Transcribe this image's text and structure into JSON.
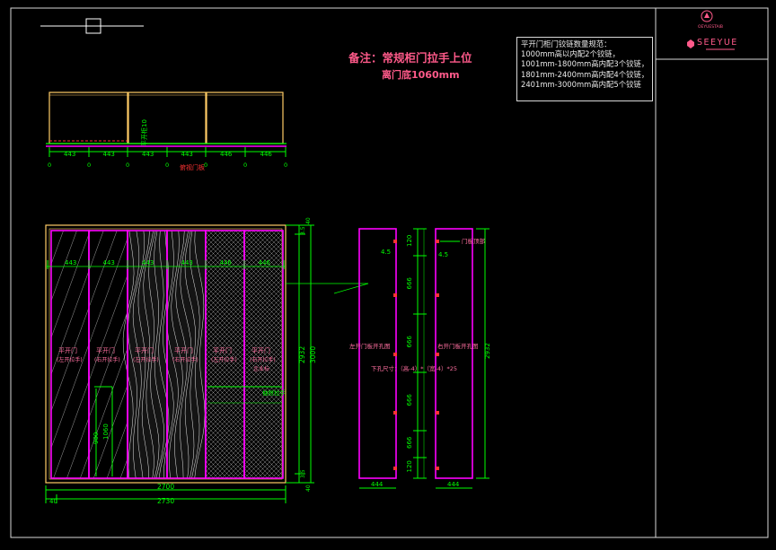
{
  "remark": {
    "line1": "备注：常规柜门拉手上位",
    "line2": "离门底1060mm"
  },
  "note": {
    "title": "平开门柜门铰链数量规范：",
    "lines": [
      "1000mm高以内配2个铰链，",
      "1001mm-1800mm高内配3个铰链，",
      "1801mm-2400mm高内配4个铰链，",
      "2401mm-3000mm高内配5个铰链"
    ]
  },
  "brand": {
    "name": "SEEYUE",
    "sub": "OEYUESTAIB"
  },
  "top_view": {
    "dims": [
      "443",
      "443",
      "443",
      "443",
      "446",
      "446"
    ],
    "label": "俯视门板",
    "inner_label": "平开柜10"
  },
  "front_view": {
    "doors": [
      {
        "l1": "平开门",
        "l2": "(左开拉手)"
      },
      {
        "l1": "平开门",
        "l2": "(右开拉手)"
      },
      {
        "l1": "平开门",
        "l2": "(左开拉手)"
      },
      {
        "l1": "平开门",
        "l2": "(右开拉手)"
      },
      {
        "l1": "平开门",
        "l2": "(左开拉手)"
      },
      {
        "l1": "平开门",
        "l2": "(右开拉手)",
        "l3": "企业标"
      }
    ],
    "top_dims": [
      "443",
      "443",
      "443",
      "443",
      "446",
      "446"
    ],
    "width_inner": "2700",
    "width_outer": "2730",
    "bottom_small": "40",
    "height_inner": "2932",
    "height_outer": "3000",
    "top_small_a": "3.5",
    "top_small_b": "40",
    "bottom_small_a": "3.5",
    "bottom_small_b": "40",
    "inner_v1": "900",
    "inner_v2": "1060",
    "drawer_label": "抽屉拉手"
  },
  "detail": {
    "left_top_label": "4.5",
    "right_top_label": "4.5",
    "left_label": "左开门板开孔图",
    "right_label": "右开门板开孔图",
    "formula": "下孔尺寸：（高-4）*（宽-4）*25",
    "right_callout": "门板顶部",
    "dims_v": [
      "120",
      "666",
      "666",
      "666",
      "666",
      "120"
    ],
    "width_left": "444",
    "width_right": "444",
    "total_h": "2932"
  }
}
